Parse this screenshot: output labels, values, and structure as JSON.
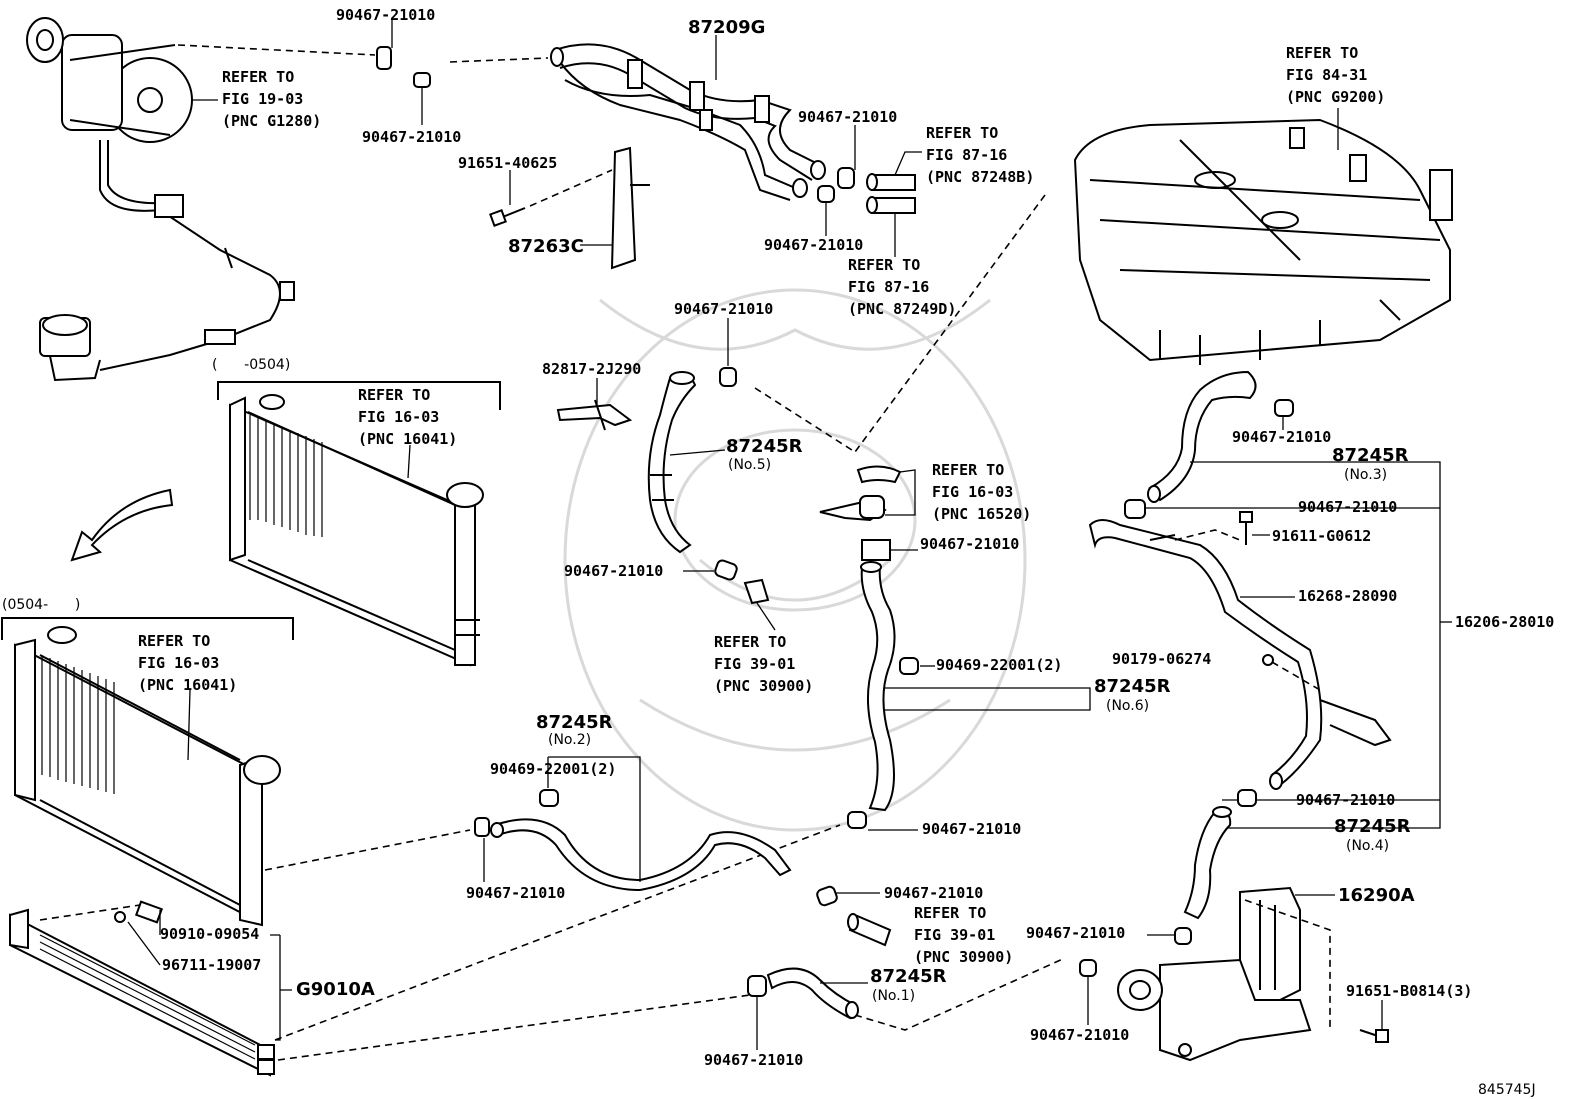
{
  "drawing_id": "845745J",
  "labels": {
    "l_90467_top": "90467-21010",
    "l_90467_top2": "90467-21010",
    "l_87209g": "87209G",
    "l_refer_fig19_1": "REFER TO",
    "l_refer_fig19_2": "FIG 19-03",
    "l_refer_fig19_3": "(PNC G1280)",
    "l_refer_fig84_1": "REFER TO",
    "l_refer_fig84_2": "FIG 84-31",
    "l_refer_fig84_3": "(PNC G9200)",
    "l_91651_40625": "91651-40625",
    "l_87263c": "87263C",
    "l_90467_mid_top": "90467-21010",
    "l_refer_8716a_1": "REFER TO",
    "l_refer_8716a_2": "FIG 87-16",
    "l_refer_8716a_3": "(PNC 87248B)",
    "l_90467_hose_lower": "90467-21010",
    "l_refer_8716b_1": "REFER TO",
    "l_refer_8716b_2": "FIG 87-16",
    "l_refer_8716b_3": "(PNC 87249D)",
    "l_0504_a": "(      -0504)",
    "l_refer_1603a_1": "REFER TO",
    "l_refer_1603a_2": "FIG 16-03",
    "l_refer_1603a_3": "(PNC 16041)",
    "l_90467_no5": "90467-21010",
    "l_82817": "82817-2J290",
    "l_87245r_no5": "87245R",
    "l_no5": "(No.5)",
    "l_refer_16520_1": "REFER TO",
    "l_refer_16520_2": "FIG 16-03",
    "l_refer_16520_3": "(PNC 16520)",
    "l_90467_cap": "90467-21010",
    "l_90467_no3": "90467-21010",
    "l_87245r_no3": "87245R",
    "l_no3": "(No.3)",
    "l_90467_r2": "90467-21010",
    "l_91611": "91611-G0612",
    "l_16268": "16268-28090",
    "l_16206": "16206-28010",
    "l_0504_b": "(0504-      )",
    "l_refer_1603b_1": "REFER TO",
    "l_refer_1603b_2": "FIG 16-03",
    "l_refer_1603b_3": "(PNC 16041)",
    "l_90467_mid": "90467-21010",
    "l_refer_3901a_1": "REFER TO",
    "l_refer_3901a_2": "FIG 39-01",
    "l_refer_3901a_3": "(PNC 30900)",
    "l_90469_no6": "90469-22001(2)",
    "l_87245r_no6": "87245R",
    "l_no6": "(No.6)",
    "l_90179": "90179-06274",
    "l_87245r_no2": "87245R",
    "l_no2": "(No.2)",
    "l_90469_no2": "90469-22001(2)",
    "l_90467_r3": "90467-21010",
    "l_87245r_no4": "87245R",
    "l_no4": "(No.4)",
    "l_90467_bottom_mid": "90467-21010",
    "l_90467_left_hose": "90467-21010",
    "l_90467_mid2": "90467-21010",
    "l_refer_3901b_1": "REFER TO",
    "l_refer_3901b_2": "FIG 39-01",
    "l_refer_3901b_3": "(PNC 30900)",
    "l_16290a": "16290A",
    "l_90467_pump": "90467-21010",
    "l_90910": "90910-09054",
    "l_96711": "96711-19007",
    "l_g9010a": "G9010A",
    "l_87245r_no1": "87245R",
    "l_no1": "(No.1)",
    "l_91651_b0814": "91651-B0814(3)",
    "l_90467_pump2": "90467-21010",
    "l_90467_no1": "90467-21010"
  }
}
